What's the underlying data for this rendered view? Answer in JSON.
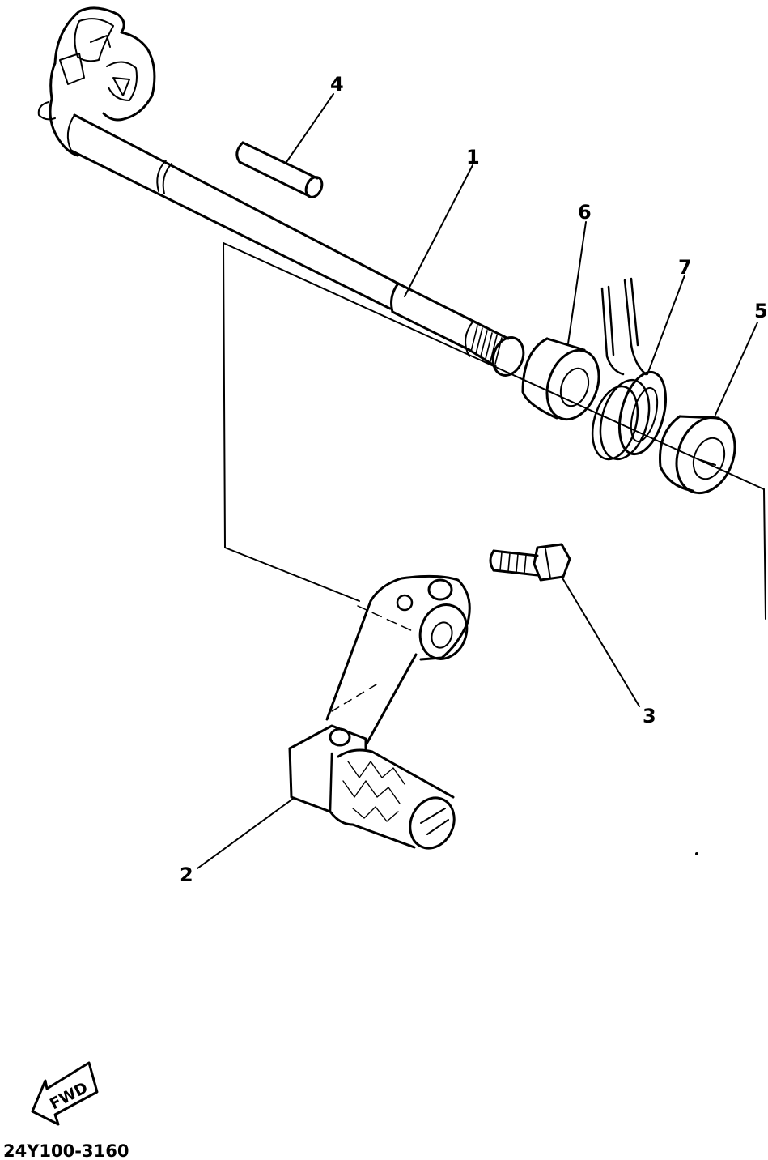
{
  "diagram": {
    "parts": [
      {
        "id": "1",
        "label": "1",
        "icon": "shift-shaft-icon"
      },
      {
        "id": "2",
        "label": "2",
        "icon": "shift-pedal-icon"
      },
      {
        "id": "3",
        "label": "3",
        "icon": "bolt-icon"
      },
      {
        "id": "4",
        "label": "4",
        "icon": "dowel-pin-icon"
      },
      {
        "id": "5",
        "label": "5",
        "icon": "oil-seal-icon"
      },
      {
        "id": "6",
        "label": "6",
        "icon": "collar-icon"
      },
      {
        "id": "7",
        "label": "7",
        "icon": "torsion-spring-icon"
      }
    ],
    "direction_label": "FWD",
    "drawing_code": "24Y100-3160"
  }
}
